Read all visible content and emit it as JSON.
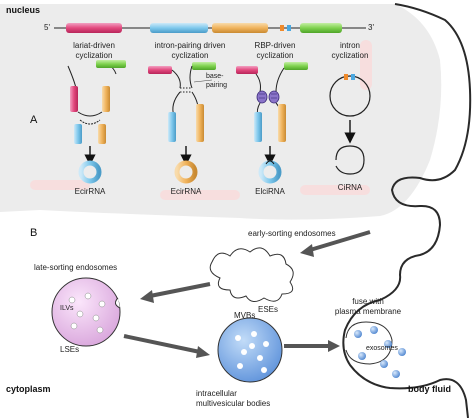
{
  "regions": {
    "nucleus": "nucleus",
    "cytoplasm": "cytoplasm",
    "body_fluid": "body fluid"
  },
  "panels": {
    "a": "A",
    "b": "B"
  },
  "gene": {
    "five_prime": "5'",
    "three_prime": "3'"
  },
  "mechanisms": {
    "lariat_line1": "lariat-driven",
    "lariat_line2": "cyclization",
    "intron_pairing_line1": "intron-pairing driven",
    "intron_pairing_line2": "cyclization",
    "rbp_line1": "RBP-driven",
    "rbp_line2": "cyclization",
    "intron_line1": "intron",
    "intron_line2": "cyclization",
    "base_pairing_line1": "base-",
    "base_pairing_line2": "pairing"
  },
  "products": {
    "p1": "EcirRNA",
    "p2": "EcirRNA",
    "p3": "ElciRNA",
    "p4": "CiRNA"
  },
  "vesicles": {
    "early_label": "early-sorting endosomes",
    "early_abbr": "ESEs",
    "late_label": "late-sorting endosomes",
    "late_abbr": "LSEs",
    "ilv": "ILVs",
    "mvb_abbr": "MVBs",
    "mvb_line1": "intracellular",
    "mvb_line2": "multivesicular bodies",
    "fuse_line1": "fuse with",
    "fuse_line2": "plasma membrane",
    "exosomes": "exosomes"
  },
  "colors": {
    "exon_pink": "#e2487d",
    "exon_blue": "#7ec8ec",
    "exon_orange": "#f0b35c",
    "exon_green": "#7fd24f",
    "circ_blue": "#7ec8ec",
    "circ_orange": "#f0b35c",
    "vesicle_pink": "#e9c3ea",
    "vesicle_blue": "#8fb7ec",
    "nucleus_fill": "#ececec"
  }
}
